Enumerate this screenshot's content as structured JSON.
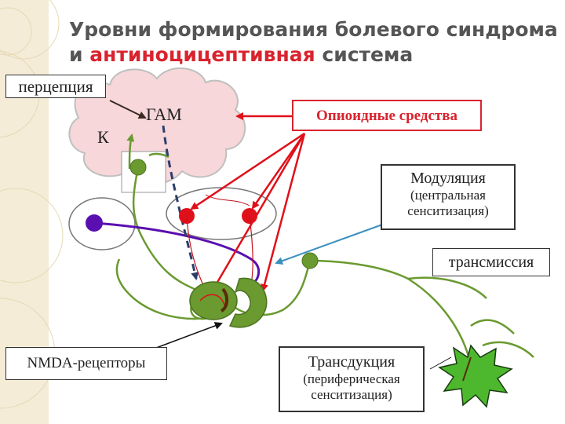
{
  "title": {
    "line1": "Уровни формирования болевого синдрома",
    "line2_prefix": "и ",
    "line2_accent": "антиноцицептивная",
    "line2_suffix": " система"
  },
  "labels": {
    "perception": "перцепция",
    "gam": "ГАМ",
    "k": "К",
    "opioids": "Опиоидные средства",
    "modulation_title": "Модуляция",
    "modulation_sub": "(центральная сенситизация)",
    "transmission": "трансмиссия",
    "nmda": "NMDA-рецепторы",
    "transduction_title": "Трансдукция",
    "transduction_sub": "(периферическая сенситизация)"
  },
  "colors": {
    "accent": "#d9232e",
    "cloud": "#f7d7d9",
    "neuron_green": "#6a9a30",
    "purple": "#5a0fb0",
    "red": "#e0101a",
    "blue_arrow": "#3b8fbf",
    "star": "#4db82e"
  }
}
